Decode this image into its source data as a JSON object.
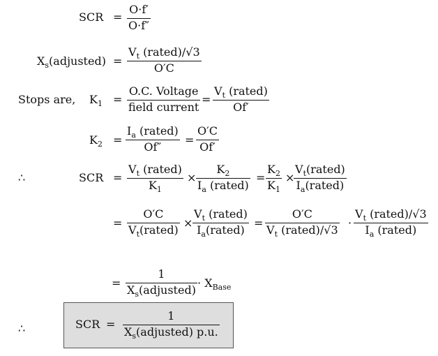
{
  "eq1": {
    "lhs": "SCR",
    "eq": "=",
    "num": "O·f′",
    "den": "O·f″"
  },
  "eq2": {
    "lhs_main": "X",
    "lhs_sub": "s",
    "lhs_rest": "(adjusted)",
    "eq": "=",
    "num_main": "V",
    "num_sub": "t",
    "num_rest": " (rated)/√3",
    "den": "O′C"
  },
  "eq3": {
    "prefix": "Stops are,",
    "lhs_main": "K",
    "lhs_sub": "1",
    "eq1": "=",
    "f1_num": "O.C. Voltage",
    "f1_den": "field current",
    "eq2": "=",
    "f2_num_main": "V",
    "f2_num_sub": "t",
    "f2_num_rest": " (rated)",
    "f2_den": "Of′"
  },
  "eq4": {
    "lhs_main": "K",
    "lhs_sub": "2",
    "eq1": "=",
    "f1_num_main": "I",
    "f1_num_sub": "a",
    "f1_num_rest": " (rated)",
    "f1_den": "Of″",
    "eq2": "=",
    "f2_num": "O′C",
    "f2_den": "Of′"
  },
  "eq5": {
    "therefore": "∴",
    "lhs": "SCR",
    "eq1": "=",
    "f1_num_main": "V",
    "f1_num_sub": "t",
    "f1_num_rest": " (rated)",
    "f1_den_main": "K",
    "f1_den_sub": "1",
    "times1": "×",
    "f2_num_main": "K",
    "f2_num_sub": "2",
    "f2_den_main": "I",
    "f2_den_sub": "a",
    "f2_den_rest": " (rated)",
    "eq2": "=",
    "f3_num_main": "K",
    "f3_num_sub": "2",
    "f3_den_main": "K",
    "f3_den_sub": "1",
    "times2": "×",
    "f4_num_main": "V",
    "f4_num_sub": "t",
    "f4_num_rest": "(rated)",
    "f4_den_main": "I",
    "f4_den_sub": "a",
    "f4_den_rest": "(rated)"
  },
  "eq6": {
    "eq1": "=",
    "f1_num": "O′C",
    "f1_den_main": "V",
    "f1_den_sub": "t",
    "f1_den_rest": "(rated)",
    "times": "×",
    "f2_num_main": "V",
    "f2_num_sub": "t",
    "f2_num_rest": " (rated)",
    "f2_den_main": "I",
    "f2_den_sub": "a",
    "f2_den_rest": "(rated)",
    "eq2": "=",
    "f3_num": "O′C",
    "f3_den_main": "V",
    "f3_den_sub": "t",
    "f3_den_rest": " (rated)/√3",
    "dot": "·",
    "f4_num_main": "V",
    "f4_num_sub": "t",
    "f4_num_rest": " (rated)/√3",
    "f4_den_main": "I",
    "f4_den_sub": "a",
    "f4_den_rest": " (rated)"
  },
  "eq7": {
    "eq": "=",
    "num": "1",
    "den_main": "X",
    "den_sub": "s",
    "den_rest": "(adjusted)",
    "dot": "·",
    "x_main": "X",
    "x_sub": "Base"
  },
  "eq8": {
    "therefore": "∴",
    "lhs": "SCR",
    "eq": "=",
    "num": "1",
    "den_main": "X",
    "den_sub": "s",
    "den_rest": "(adjusted) p.u."
  }
}
